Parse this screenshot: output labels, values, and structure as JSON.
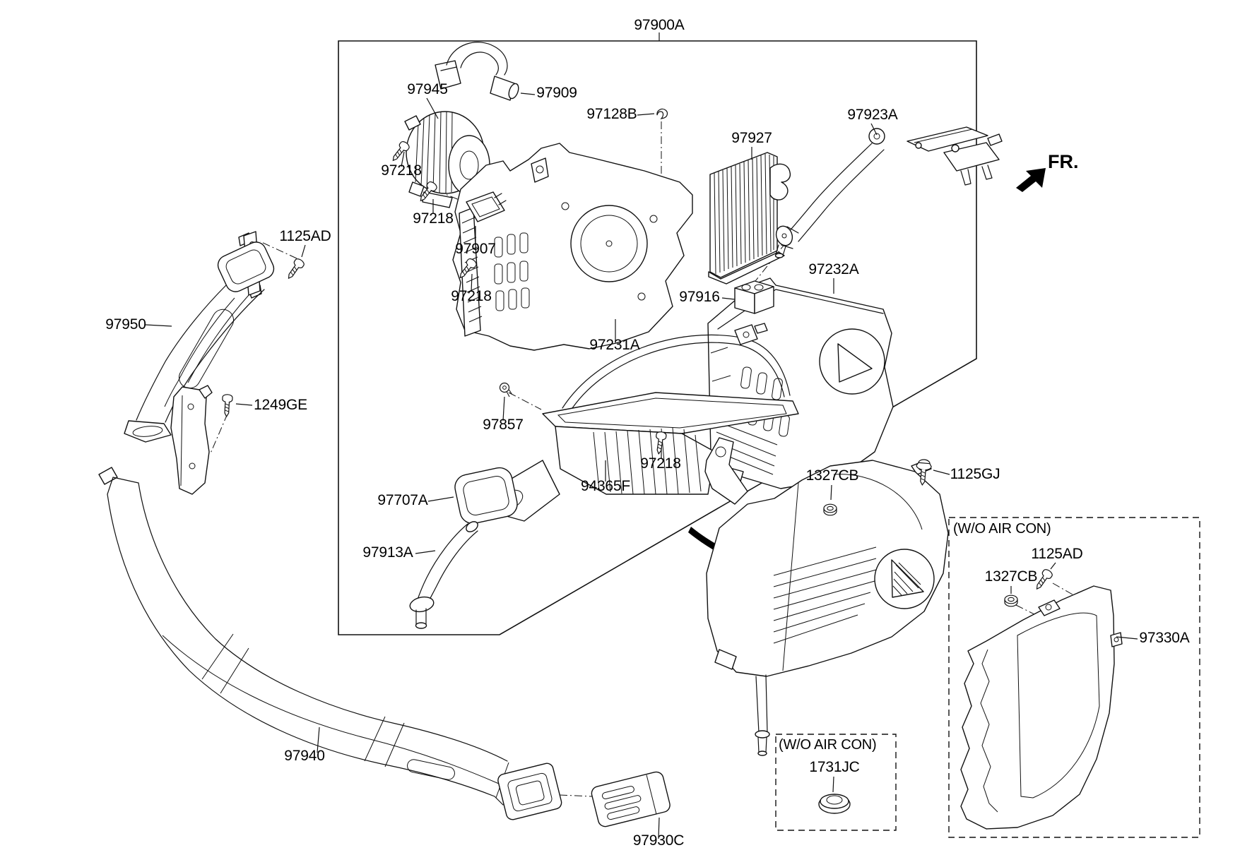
{
  "diagram": {
    "type": "exploded-parts-diagram",
    "line_color": "#111111",
    "background": "#ffffff",
    "direction_label": "FR."
  },
  "labels": [
    {
      "text": "97900A"
    },
    {
      "text": "97945"
    },
    {
      "text": "97909"
    },
    {
      "text": "97128B"
    },
    {
      "text": "97927"
    },
    {
      "text": "97923A"
    },
    {
      "text": "97218"
    },
    {
      "text": "97218"
    },
    {
      "text": "97907"
    },
    {
      "text": "97218"
    },
    {
      "text": "1125AD"
    },
    {
      "text": "97950"
    },
    {
      "text": "97232A"
    },
    {
      "text": "97916"
    },
    {
      "text": "97231A"
    },
    {
      "text": "1249GE"
    },
    {
      "text": "97857"
    },
    {
      "text": "97218"
    },
    {
      "text": "94365F"
    },
    {
      "text": "97707A"
    },
    {
      "text": "97913A"
    },
    {
      "text": "1327CB"
    },
    {
      "text": "1125GJ"
    },
    {
      "text": "(W/O AIR CON)"
    },
    {
      "text": "1125AD"
    },
    {
      "text": "1327CB"
    },
    {
      "text": "97330A"
    },
    {
      "text": "97940"
    },
    {
      "text": "(W/O AIR CON)"
    },
    {
      "text": "1731JC"
    },
    {
      "text": "97930C"
    },
    {
      "text": "FR."
    }
  ]
}
